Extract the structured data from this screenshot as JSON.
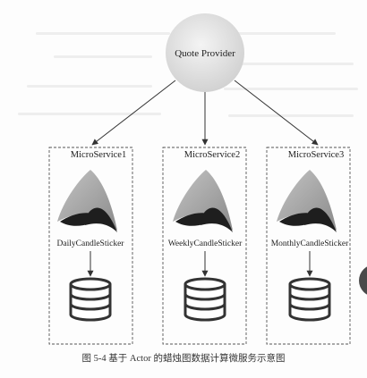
{
  "hub": {
    "label": "Quote Provider"
  },
  "services": [
    {
      "title": "MicroService1",
      "component": "DailyCandleSticker"
    },
    {
      "title": "MicroService2",
      "component": "WeeklyCandleSticker"
    },
    {
      "title": "MicroService3",
      "component": "MonthlyCandleSticker"
    }
  ],
  "caption": "图 5-4   基于 Actor 的蜡烛图数据计算微服务示意图",
  "colors": {
    "hub_fill": "#e6e6e6",
    "box_border": "#555555",
    "logo_light": "#a8a8a8",
    "logo_dark": "#1e1e1e",
    "db_stroke": "#333333"
  },
  "icons": {
    "logo": "akka-logo-icon",
    "database": "database-icon"
  }
}
